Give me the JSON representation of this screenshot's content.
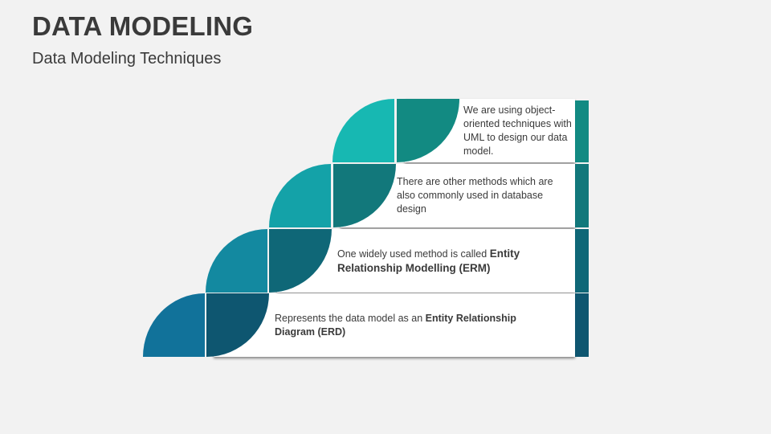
{
  "header": {
    "title": "DATA MODELING",
    "subtitle": "Data Modeling Techniques"
  },
  "steps": [
    {
      "level": 4,
      "text_plain": "We are using object-oriented techniques with UML to design our data model.",
      "text_parts": [
        "We are using object-oriented techniques with UML to design our data model."
      ],
      "colors": {
        "left": "#17b8b2",
        "right": "#128a82",
        "bar": "#128a82"
      }
    },
    {
      "level": 3,
      "text_plain": "There are other methods which are also commonly used in database design",
      "text_parts": [
        "There are other methods which are also commonly used in database design"
      ],
      "colors": {
        "left": "#14a2a8",
        "right": "#12787b",
        "bar": "#12787b"
      }
    },
    {
      "level": 2,
      "text_prefix": "One widely used method is called ",
      "text_bold": "Entity Relationship Modelling (ERM)",
      "colors": {
        "left": "#1389a0",
        "right": "#0f6777",
        "bar": "#0f6777"
      }
    },
    {
      "level": 1,
      "text_prefix": "Represents the data model as an ",
      "text_bold": "Entity Relationship Diagram (ERD)",
      "colors": {
        "left": "#11729a",
        "right": "#0e5670",
        "bar": "#0e5670"
      }
    }
  ]
}
